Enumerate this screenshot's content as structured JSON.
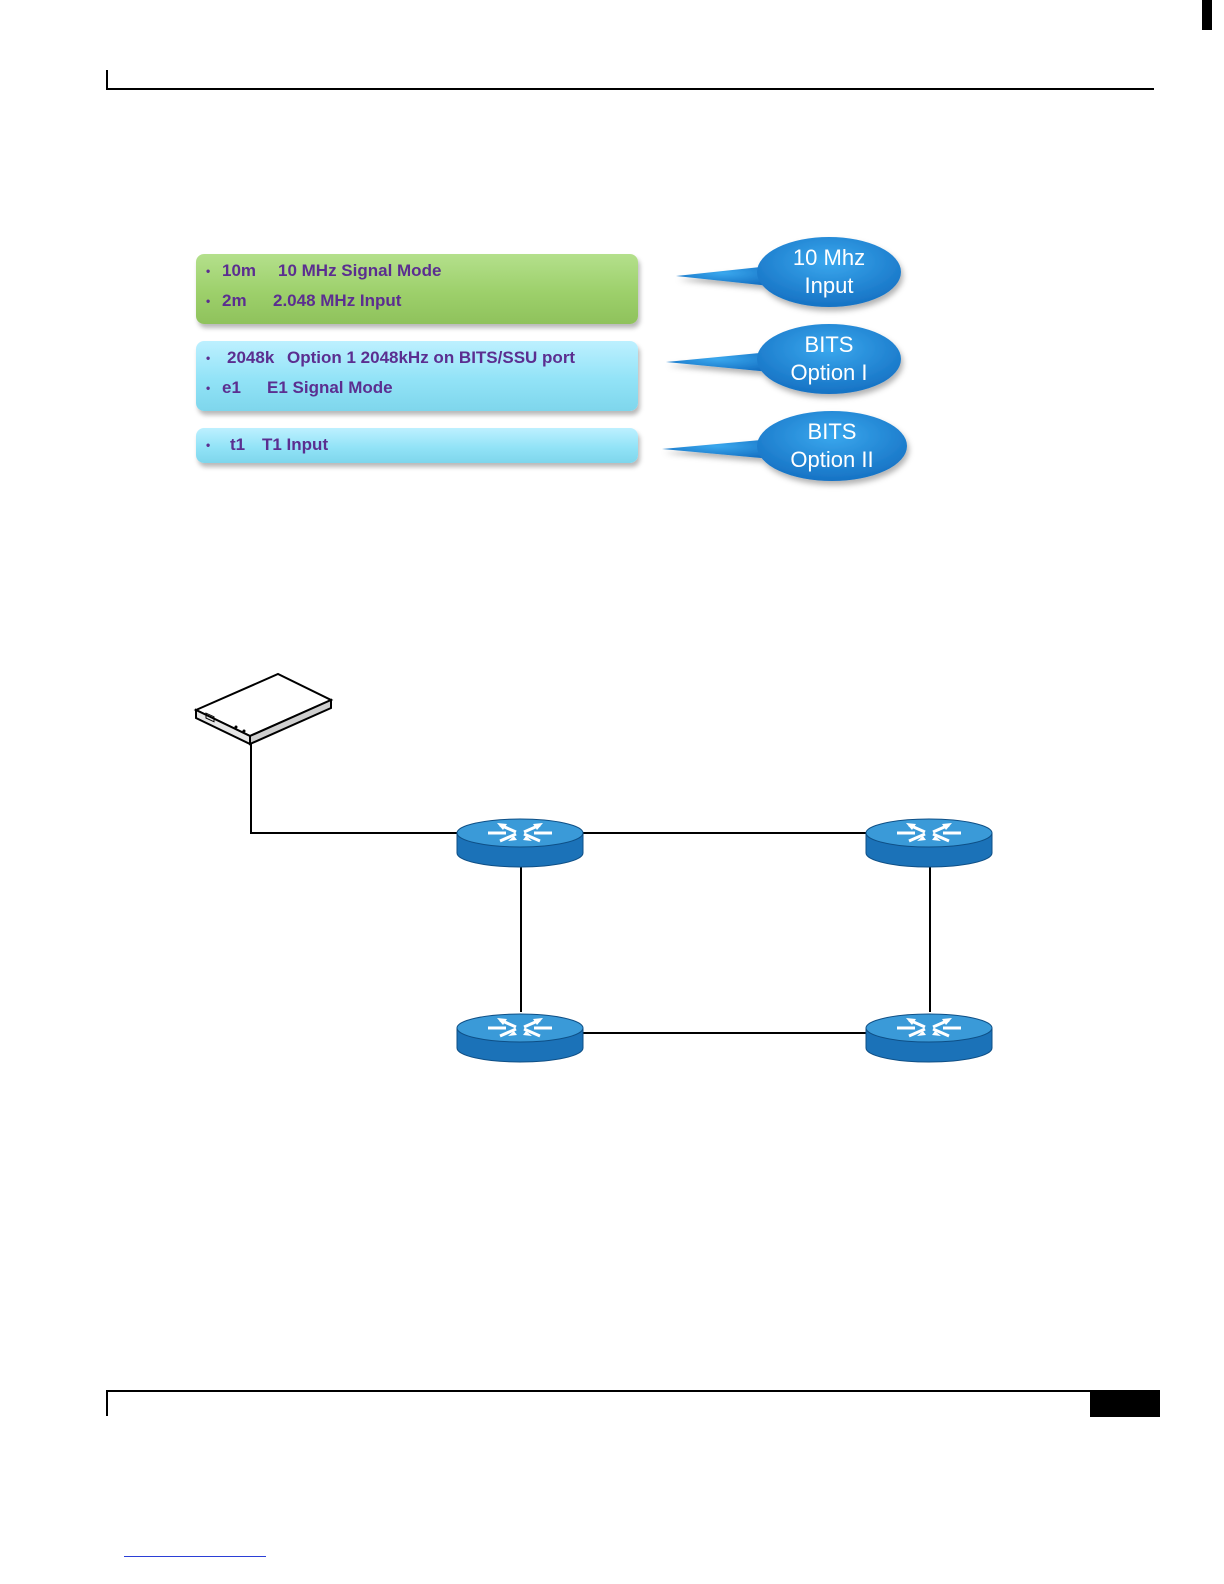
{
  "signal_options": [
    {
      "group": "10 Mhz Input",
      "color": "green",
      "items": [
        {
          "code": "10m",
          "desc": "10 MHz Signal Mode"
        },
        {
          "code": "2m",
          "desc": "2.048 MHz Input"
        }
      ]
    },
    {
      "group": "BITS Option I",
      "color": "cyan",
      "items": [
        {
          "code": "2048k",
          "desc": "Option 1 2048kHz on BITS/SSU port"
        },
        {
          "code": "e1",
          "desc": "E1 Signal Mode"
        }
      ]
    },
    {
      "group": "BITS Option II",
      "color": "cyan",
      "items": [
        {
          "code": "t1",
          "desc": "T1 Input"
        }
      ]
    }
  ],
  "callouts": [
    {
      "line1": "10 Mhz",
      "line2": "Input"
    },
    {
      "line1": "BITS",
      "line2": "Option I"
    },
    {
      "line1": "BITS",
      "line2": "Option II"
    }
  ],
  "bullet": "•",
  "colors": {
    "green_bar": "#9dd06b",
    "cyan_bar": "#92e3f7",
    "callout_blue": "#1e90d8",
    "item_text": "#5b2e90",
    "router_blue": "#2b8ccc"
  },
  "topology": {
    "clock_source": "external-clock-device",
    "routers": [
      "router-top-left",
      "router-top-right",
      "router-bottom-left",
      "router-bottom-right"
    ],
    "links": [
      [
        "external-clock-device",
        "router-top-left"
      ],
      [
        "router-top-left",
        "router-top-right"
      ],
      [
        "router-top-left",
        "router-bottom-left"
      ],
      [
        "router-top-right",
        "router-bottom-right"
      ],
      [
        "router-bottom-left",
        "router-bottom-right"
      ]
    ]
  }
}
